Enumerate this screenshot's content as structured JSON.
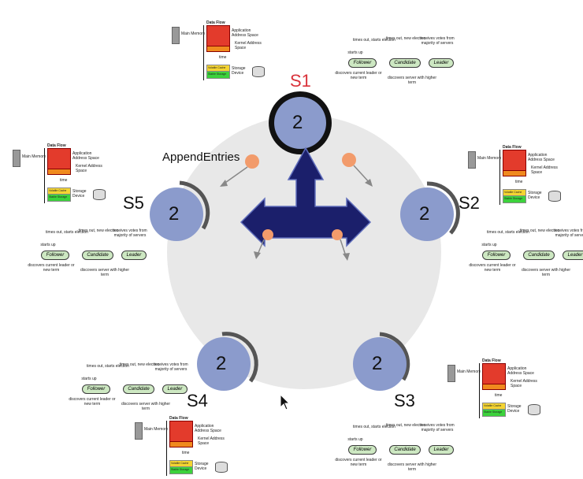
{
  "servers": [
    {
      "id": "S1",
      "term": "2",
      "role": "leader"
    },
    {
      "id": "S2",
      "term": "2",
      "role": "follower"
    },
    {
      "id": "S3",
      "term": "2",
      "role": "follower"
    },
    {
      "id": "S4",
      "term": "2",
      "role": "follower"
    },
    {
      "id": "S5",
      "term": "2",
      "role": "follower"
    }
  ],
  "message_label": "AppendEntries",
  "state_diagram": {
    "states": [
      "Follower",
      "Candidate",
      "Leader"
    ],
    "transitions": {
      "starts_up": "starts up",
      "timeout_start": "times out, starts election",
      "timeout_new": "times out, new election",
      "receives_votes": "receives votes from majority of servers",
      "discovers_leader": "discovers current leader or new term",
      "discovers_higher": "discovers server with higher term"
    }
  },
  "storage_diagram": {
    "title": "Data Flow",
    "main_memory": "Main Memory",
    "app_address": "Application Address Space",
    "kernel_address": "Kernel Address Space",
    "volatile": "Volatile Cache",
    "stable": "Stable Storage",
    "storage_device": "Storage Device",
    "arrow_label": "time"
  },
  "colors": {
    "server_fill": "#8b9bcc",
    "leader_label": "#d9323a",
    "arrow": "#1b1f6b",
    "message": "#f29b6b",
    "cluster_bg": "#e9e9e9"
  }
}
